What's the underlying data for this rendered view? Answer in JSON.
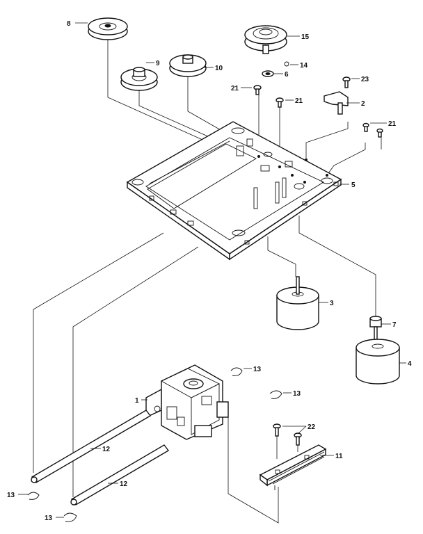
{
  "callouts": {
    "c1": "1",
    "c2": "2",
    "c3": "3",
    "c4": "4",
    "c5": "5",
    "c6": "6",
    "c7": "7",
    "c8": "8",
    "c9": "9",
    "c10": "10",
    "c11": "11",
    "c12a": "12",
    "c12b": "12",
    "c13a": "13",
    "c13b": "13",
    "c13c": "13",
    "c13d": "13",
    "c14": "14",
    "c15": "15",
    "c21a": "21",
    "c21b": "21",
    "c21c": "21",
    "c22": "22",
    "c23": "23"
  }
}
